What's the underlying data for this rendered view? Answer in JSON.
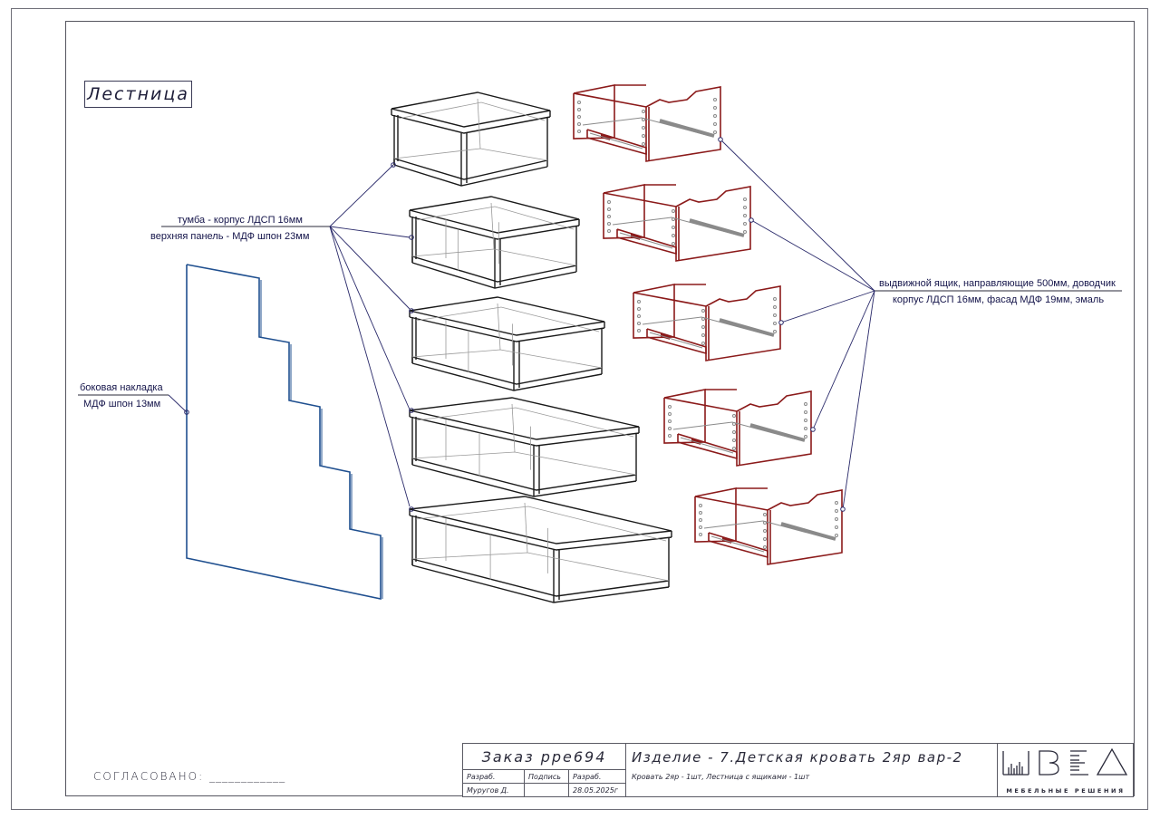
{
  "sheet": {
    "title": "Лестница",
    "agreed_label": "СОГЛАСОВАНО:",
    "agreed_blank": "____________"
  },
  "callouts": {
    "cabinet": {
      "line1": "тумба - корпус ЛДСП 16мм",
      "line2": "верхняя панель - МДФ шпон 23мм"
    },
    "side_panel": {
      "line1": "боковая накладка",
      "line2": "МДФ шпон 13мм"
    },
    "drawer": {
      "line1": "выдвижной ящик, направляющие 500мм, доводчик",
      "line2": "корпус ЛДСП 16мм, фасад МДФ 19мм, эмаль"
    }
  },
  "title_block": {
    "order": "Заказ ppe694",
    "headers": [
      "Разраб.",
      "Подпись",
      "Разраб."
    ],
    "developer": "Муругов Д.",
    "signature": "",
    "date": "28.05.2025г",
    "product": "Изделие - 7.Детская кровать 2яр вар-2",
    "product_details": "Кровать 2яр - 1шт, Лестница с ящиками - 1шт",
    "logo_caption": "МЕБЕЛЬНЫЕ РЕШЕНИЯ"
  },
  "colors": {
    "cabinet_line": "#1a1a1a",
    "cabinet_hidden": "#9a9a9a",
    "drawer_line": "#8b1a1a",
    "drawer_detail": "#8a8a8a",
    "panel_line": "#1f4f8f",
    "leader_line": "#2a2a6a"
  }
}
